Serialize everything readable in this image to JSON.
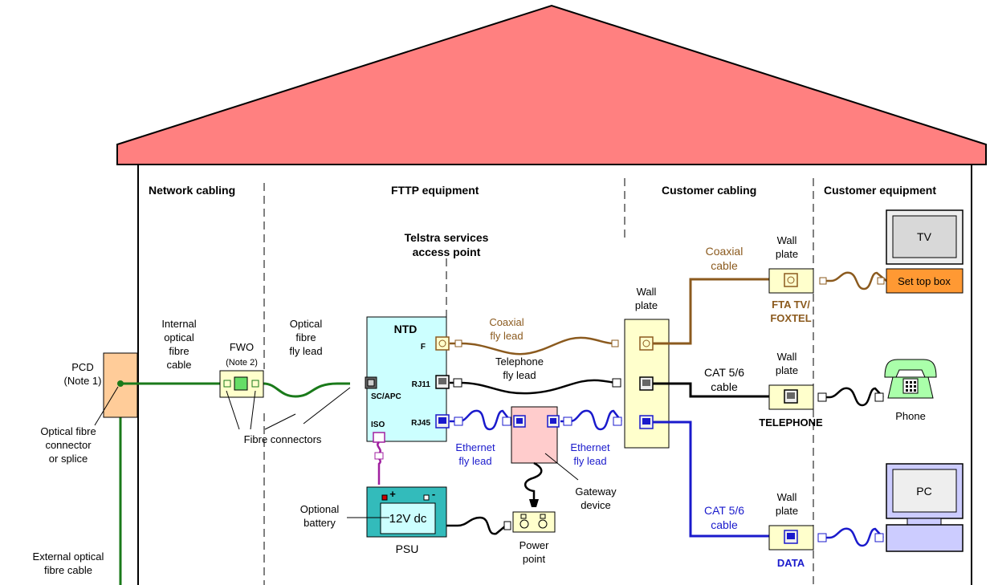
{
  "sections": {
    "network": "Network cabling",
    "fttp": "FTTP equipment",
    "customer_cabling": "Customer cabling",
    "customer_equipment": "Customer equipment"
  },
  "pcd": {
    "line1": "PCD",
    "line2": "(Note 1)"
  },
  "connector_note": [
    "Optical fibre",
    "connector",
    "or splice"
  ],
  "external_cable": [
    "External optical",
    "fibre cable"
  ],
  "internal_cable": [
    "Internal",
    "optical",
    "fibre",
    "cable"
  ],
  "fwo": {
    "label": "FWO",
    "note": "(Note 2)"
  },
  "fly_lead": [
    "Optical",
    "fibre",
    "fly lead"
  ],
  "fibre_connectors": "Fibre connectors",
  "access_point": [
    "Telstra services",
    "access point"
  ],
  "ntd": {
    "title": "NTD",
    "f": "F",
    "rj11": "RJ11",
    "rj45": "RJ45",
    "scapc": "SC/APC",
    "iso": "ISO"
  },
  "coax_fly_lead": [
    "Coaxial",
    "fly lead"
  ],
  "tel_fly_lead": [
    "Telephone",
    "fly lead"
  ],
  "eth_fly_lead_1": [
    "Ethernet",
    "fly lead"
  ],
  "eth_fly_lead_2": [
    "Ethernet",
    "fly lead"
  ],
  "gateway": [
    "Gateway",
    "device"
  ],
  "battery_label": [
    "Optional",
    "battery"
  ],
  "battery_voltage": "12V dc",
  "battery_plus": "+",
  "battery_minus": "-",
  "psu": "PSU",
  "power_point": [
    "Power",
    "point"
  ],
  "wall_plate_main": [
    "Wall",
    "plate"
  ],
  "coax_cable": [
    "Coaxial",
    "cable"
  ],
  "cat_cable_1": [
    "CAT 5/6",
    "cable"
  ],
  "cat_cable_2": [
    "CAT 5/6",
    "cable"
  ],
  "wall_plate_tv": [
    "Wall",
    "plate"
  ],
  "wall_plate_tel": [
    "Wall",
    "plate"
  ],
  "wall_plate_data": [
    "Wall",
    "plate"
  ],
  "fta_label": [
    "FTA TV/",
    "FOXTEL"
  ],
  "telephone_label": "TELEPHONE",
  "data_label": "DATA",
  "tv": "TV",
  "set_top_box": "Set top box",
  "phone": "Phone",
  "pc": "PC",
  "colors": {
    "roof": "#ff8080",
    "fibre": "#1a7a1a",
    "coax": "#8b5a1e",
    "ethernet": "#1a1acc",
    "iso": "#a020a0",
    "ntd_fill": "#ccffff",
    "plate_fill": "#ffffcc",
    "stb_fill": "#ff9933",
    "pcd_fill": "#ffcc99",
    "gateway_fill": "#ffcccc",
    "psu_fill": "#33bbbb",
    "screen_fill": "#d8d8d8",
    "pc_fill": "#ccccff"
  }
}
